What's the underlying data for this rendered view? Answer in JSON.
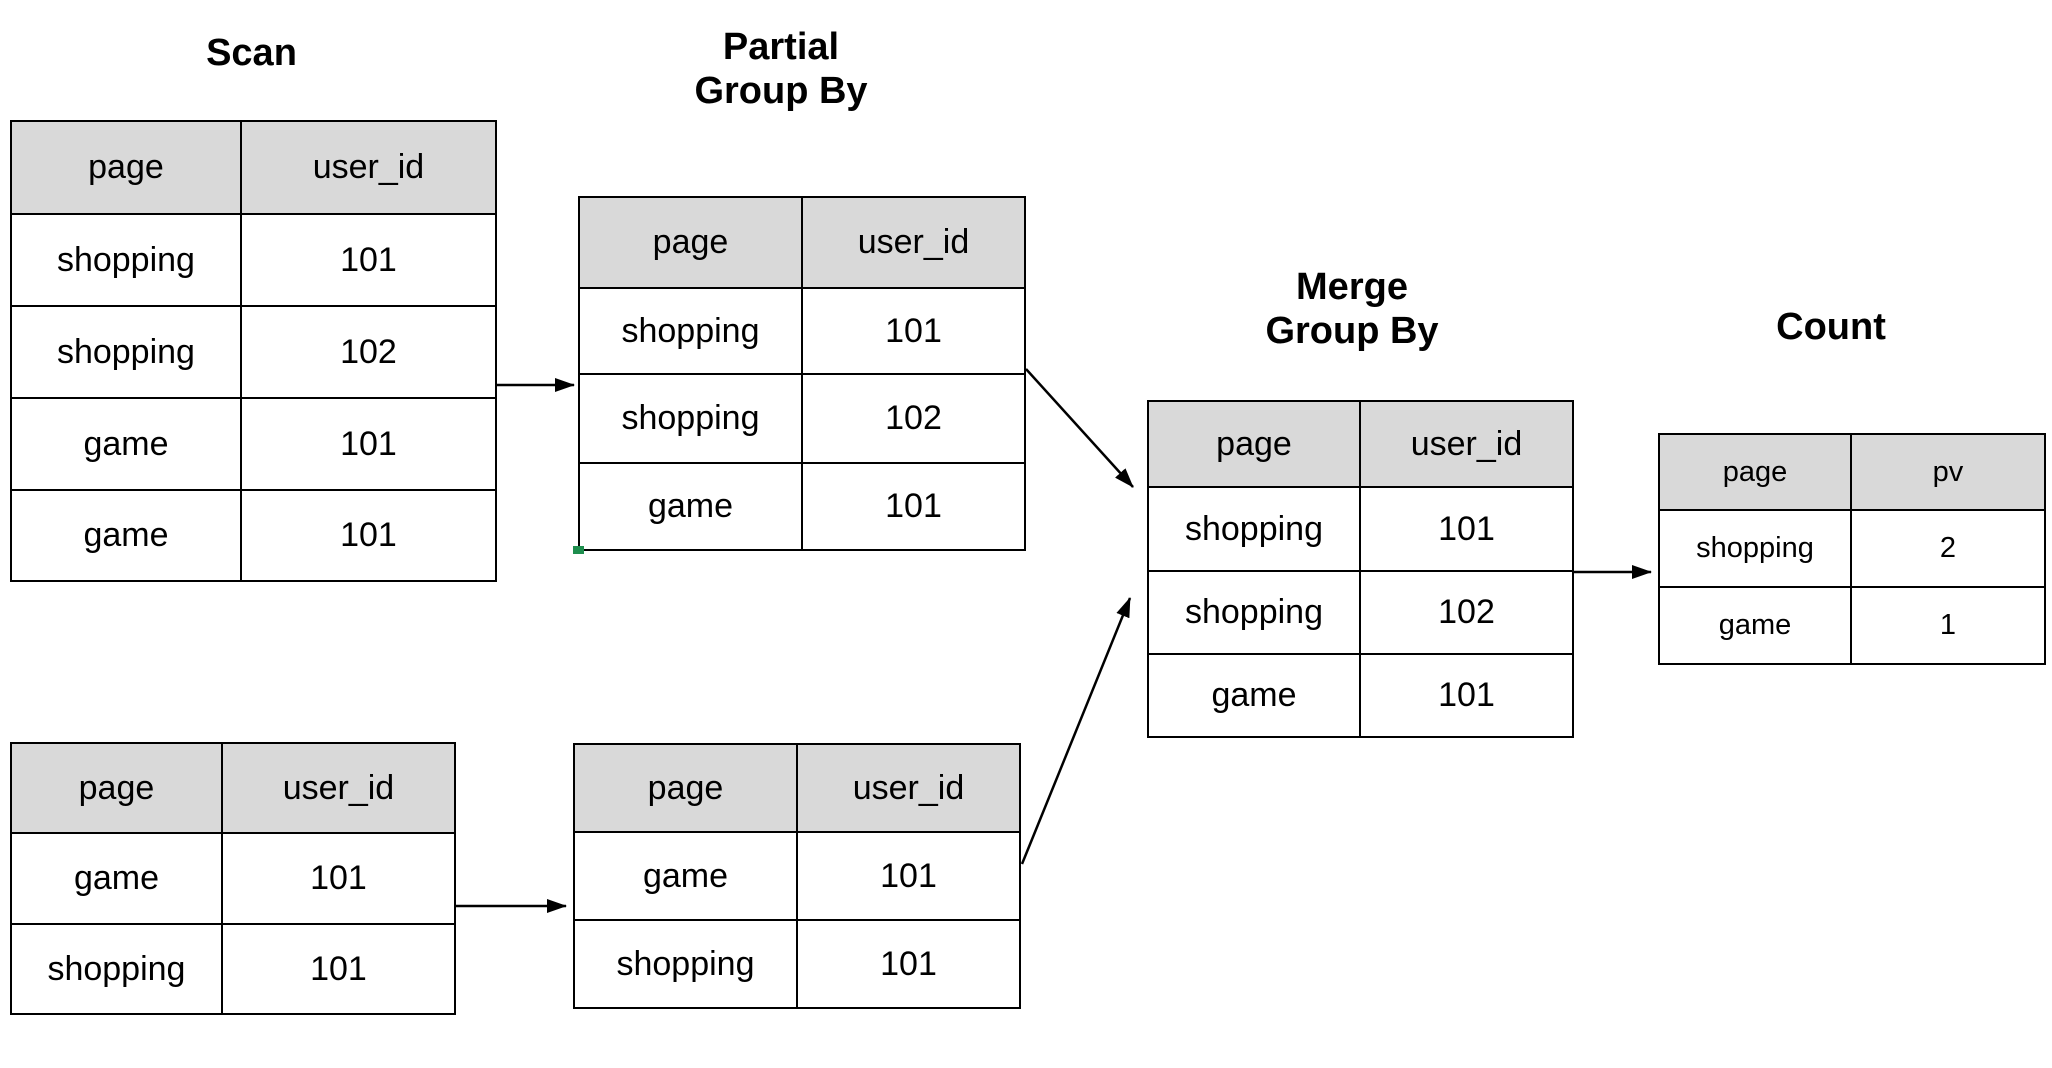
{
  "colors": {
    "background": "#ffffff",
    "table_border": "#000000",
    "header_fill": "#d9d9d9",
    "text": "#000000",
    "arrow": "#000000",
    "selection_marker": "#1e8e4e"
  },
  "stages": [
    {
      "id": "scan-top",
      "title_lines": [
        "Scan"
      ],
      "columns": [
        "page",
        "user_id"
      ],
      "rows": [
        [
          "shopping",
          "101"
        ],
        [
          "shopping",
          "102"
        ],
        [
          "game",
          "101"
        ],
        [
          "game",
          "101"
        ]
      ]
    },
    {
      "id": "partial-top",
      "title_lines": [
        "Partial",
        "Group By"
      ],
      "columns": [
        "page",
        "user_id"
      ],
      "rows": [
        [
          "shopping",
          "101"
        ],
        [
          "shopping",
          "102"
        ],
        [
          "game",
          "101"
        ]
      ]
    },
    {
      "id": "scan-bottom",
      "title_lines": [],
      "columns": [
        "page",
        "user_id"
      ],
      "rows": [
        [
          "game",
          "101"
        ],
        [
          "shopping",
          "101"
        ]
      ]
    },
    {
      "id": "partial-bottom",
      "title_lines": [],
      "columns": [
        "page",
        "user_id"
      ],
      "rows": [
        [
          "game",
          "101"
        ],
        [
          "shopping",
          "101"
        ]
      ]
    },
    {
      "id": "merge",
      "title_lines": [
        "Merge",
        "Group By"
      ],
      "columns": [
        "page",
        "user_id"
      ],
      "rows": [
        [
          "shopping",
          "101"
        ],
        [
          "shopping",
          "102"
        ],
        [
          "game",
          "101"
        ]
      ]
    },
    {
      "id": "count",
      "title_lines": [
        "Count"
      ],
      "columns": [
        "page",
        "pv"
      ],
      "rows": [
        [
          "shopping",
          "2"
        ],
        [
          "game",
          "1"
        ]
      ]
    }
  ],
  "arrows": [
    {
      "from": "scan-top",
      "to": "partial-top"
    },
    {
      "from": "partial-top",
      "to": "merge"
    },
    {
      "from": "scan-bottom",
      "to": "partial-bottom"
    },
    {
      "from": "partial-bottom",
      "to": "merge"
    },
    {
      "from": "merge",
      "to": "count"
    }
  ]
}
